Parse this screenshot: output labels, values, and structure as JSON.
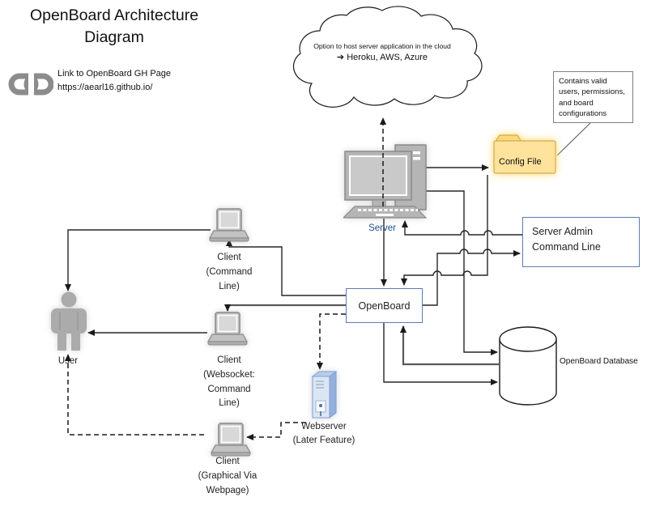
{
  "title": "OpenBoard Architecture\nDiagram",
  "gh_link": {
    "label": "Link to OpenBoard GH Page",
    "url": "https://aearl16.github.io/"
  },
  "cloud": {
    "line1": "Option to host server application in the cloud",
    "line2": "➔ Heroku, AWS, Azure"
  },
  "note": {
    "text": "Contains valid users, permissions, and board configurations"
  },
  "nodes": {
    "config_file": {
      "label": "Config File"
    },
    "server": {
      "label": "Server"
    },
    "server_admin": {
      "label": "Server Admin\nCommand Line"
    },
    "openboard": {
      "label": "OpenBoard"
    },
    "database": {
      "label": "OpenBoard Database"
    },
    "client_cli": {
      "label": "Client\n(Command\nLine)"
    },
    "client_ws": {
      "label": "Client\n(Websocket:\nCommand\nLine)"
    },
    "client_web": {
      "label": "Client\n(Graphical Via\nWebpage)"
    },
    "webserver": {
      "label": "Webserver\n(Later Feature)"
    },
    "user": {
      "label": "User"
    }
  },
  "colors": {
    "box_border": "#5b7bb0",
    "folder_fill": "#ffe29b",
    "folder_glow": "#ffd966",
    "server_label_blue": "#1f4e8c",
    "icon_gray": "#b5b5b5",
    "line_black": "#262626",
    "line_gray": "#595959",
    "note_border": "#7f7f7f"
  }
}
